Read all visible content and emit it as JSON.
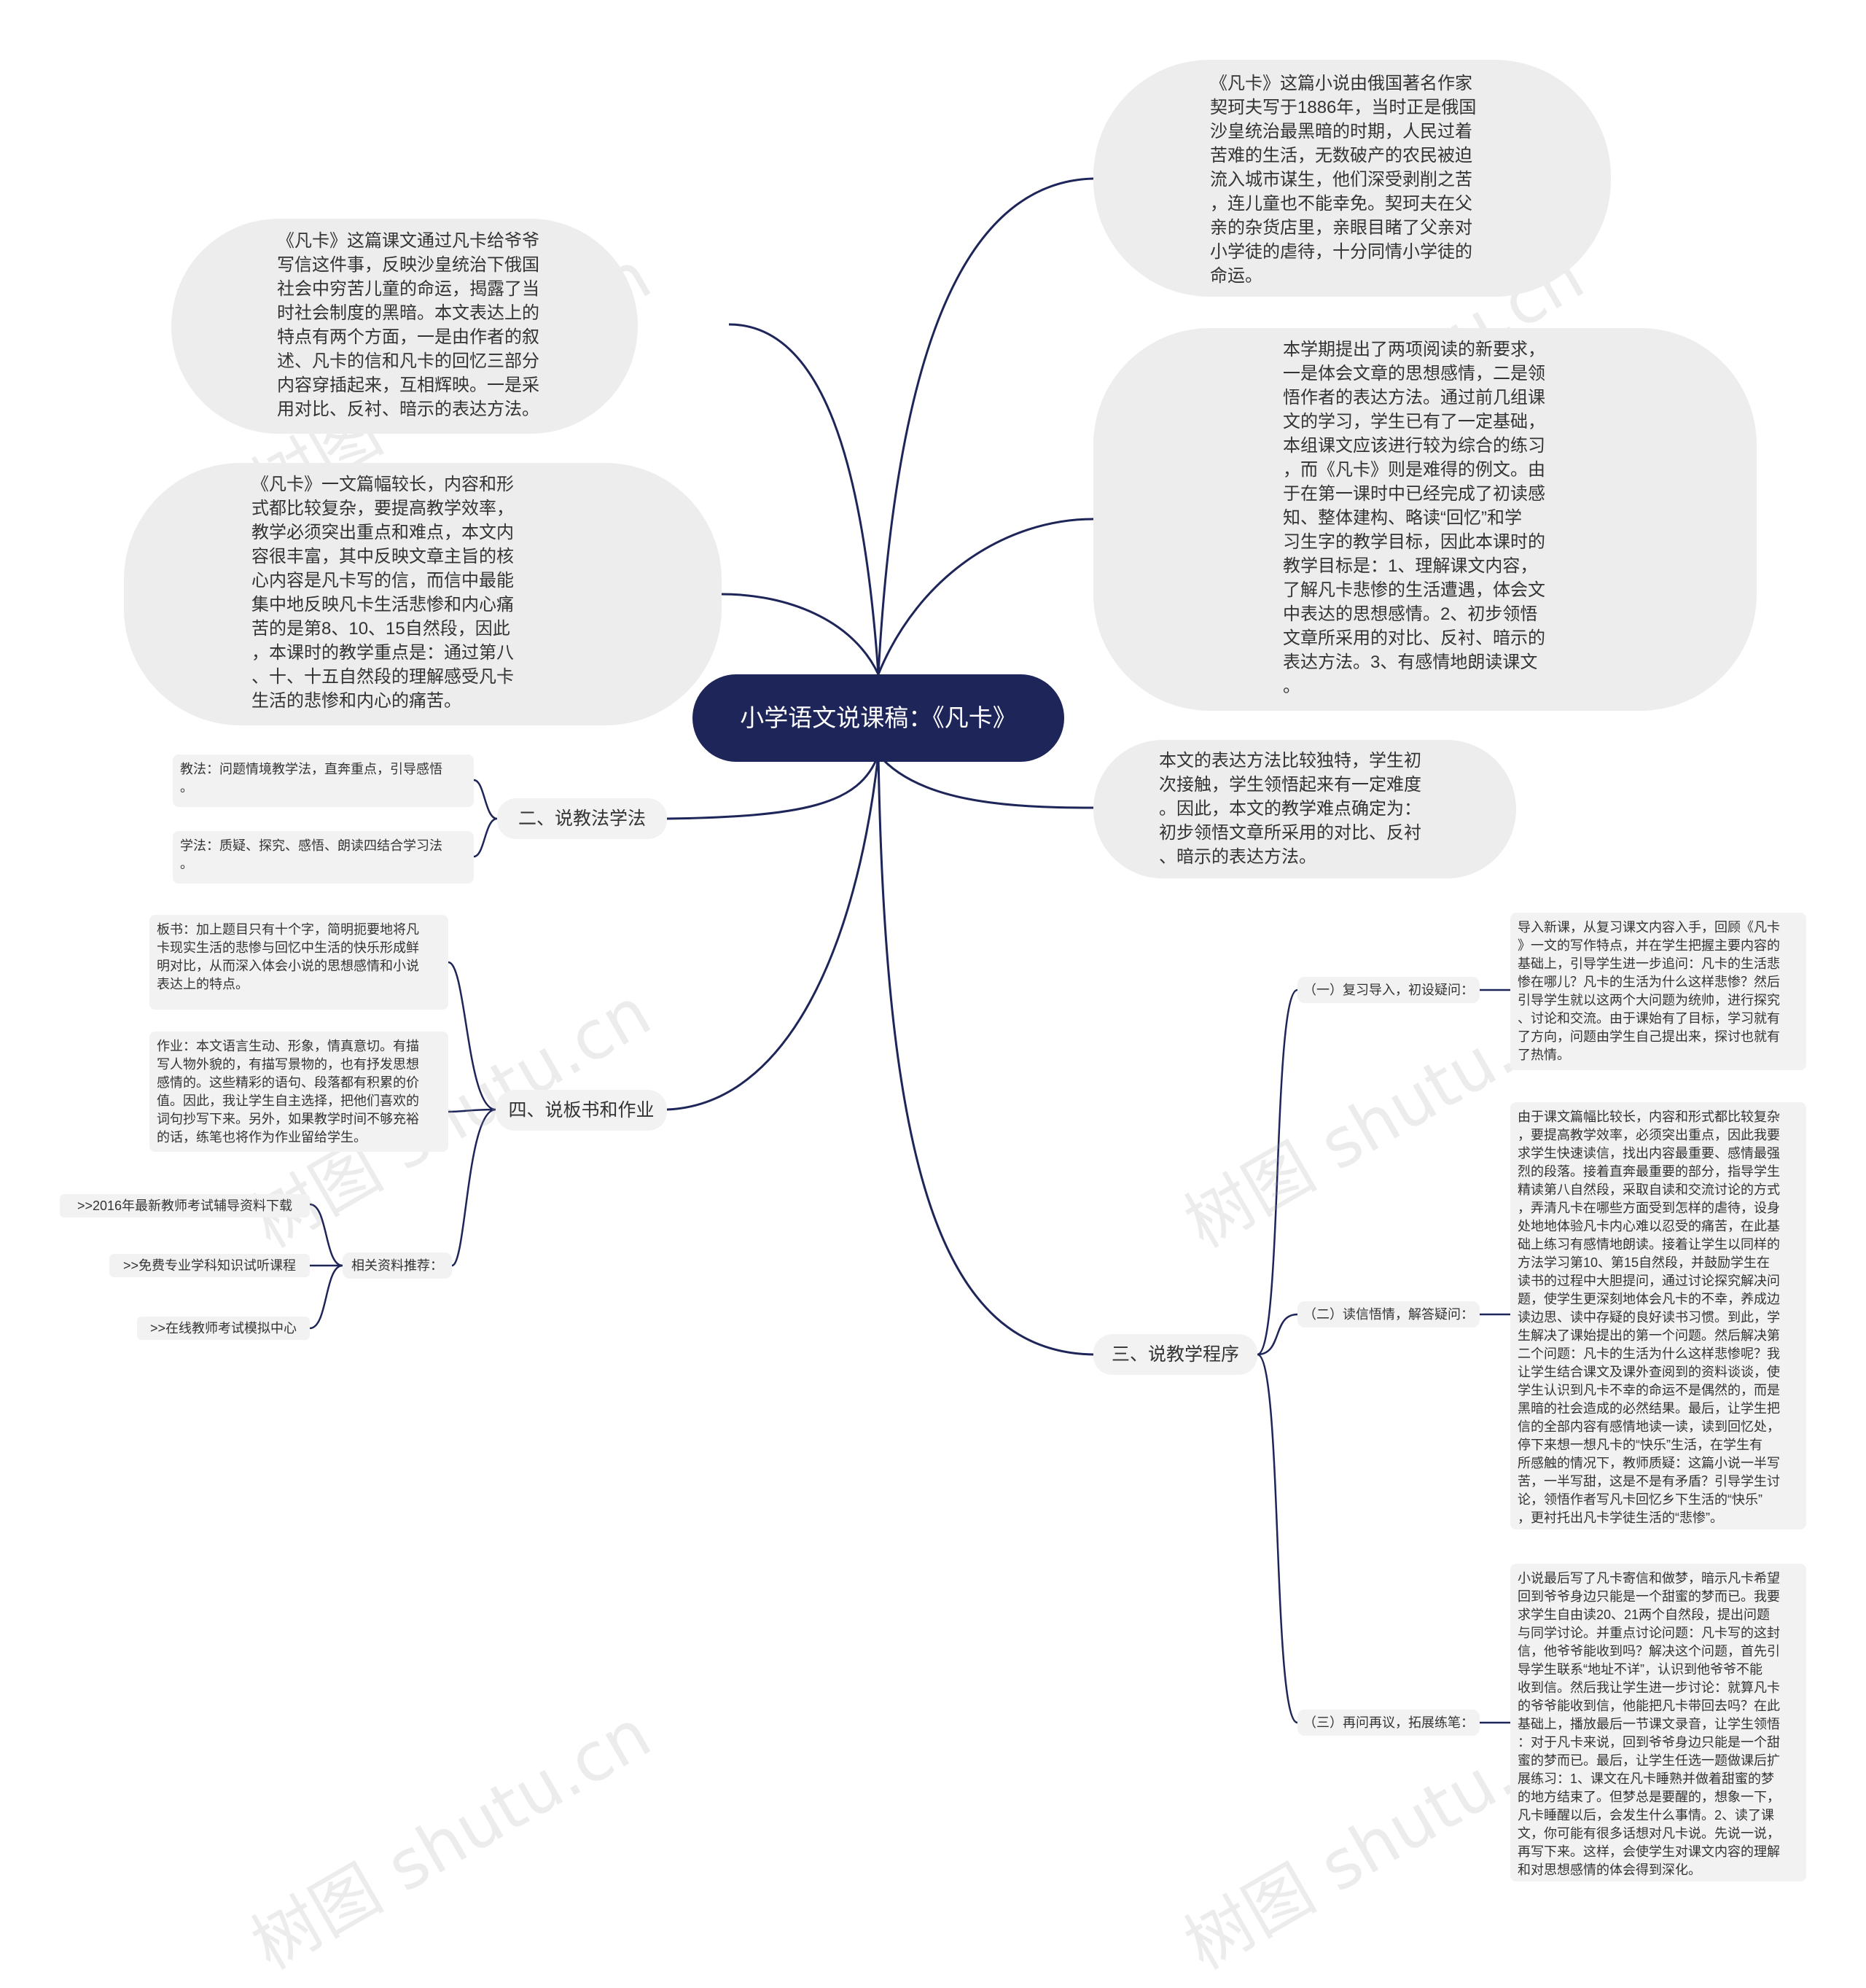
{
  "title": "小学语文说课稿：《凡卡》",
  "bubbles": {
    "top_right": "《凡卡》这篇小说由俄国著名作家\n契珂夫写于1886年，当时正是俄国\n沙皇统治最黑暗的时期，人民过着\n苦难的生活，无数破产的农民被迫\n流入城市谋生，他们深受剥削之苦\n，连儿童也不能幸免。契珂夫在父\n亲的杂货店里，亲眼目睹了父亲对\n小学徒的虐待，十分同情小学徒的\n命运。",
    "mid_right": "本学期提出了两项阅读的新要求，\n一是体会文章的思想感情，二是领\n悟作者的表达方法。通过前几组课\n文的学习，学生已有了一定基础，\n本组课文应该进行较为综合的练习\n，而《凡卡》则是难得的例文。由\n于在第一课时中已经完成了初读感\n知、整体建构、略读“回忆”和学\n习生字的教学目标，因此本课时的\n教学目标是：1、理解课文内容，\n了解凡卡悲惨的生活遭遇，体会文\n中表达的思想感情。2、初步领悟\n文章所采用的对比、反衬、暗示的\n表达方法。3、有感情地朗读课文\n。",
    "low_right": "本文的表达方法比较独特，学生初\n次接触，学生领悟起来有一定难度\n。因此，本文的教学难点确定为：\n初步领悟文章所采用的对比、反衬\n、暗示的表达方法。",
    "top_left": "《凡卡》这篇课文通过凡卡给爷爷\n写信这件事，反映沙皇统治下俄国\n社会中穷苦儿童的命运，揭露了当\n时社会制度的黑暗。本文表达上的\n特点有两个方面，一是由作者的叙\n述、凡卡的信和凡卡的回忆三部分\n内容穿插起来，互相辉映。一是采\n用对比、反衬、暗示的表达方法。",
    "mid_left": "《凡卡》一文篇幅较长，内容和形\n式都比较复杂，要提高教学效率，\n教学必须突出重点和难点，本文内\n容很丰富，其中反映文章主旨的核\n心内容是凡卡写的信，而信中最能\n集中地反映凡卡生活悲惨和内心痛\n苦的是第8、10、15自然段，因此\n，本课时的教学重点是：通过第八\n、十、十五自然段的理解感受凡卡\n生活的悲惨和内心的痛苦。"
  },
  "branches": {
    "b2": {
      "label": "二、说教法学法",
      "items": [
        "教法：问题情境教学法，直奔重点，引导感悟\n。",
        "学法：质疑、探究、感悟、朗读四结合学习法\n。"
      ]
    },
    "b4": {
      "label": "四、说板书和作业",
      "board": "板书：加上题目只有十个字，简明扼要地将凡\n卡现实生活的悲惨与回忆中生活的快乐形成鲜\n明对比，从而深入体会小说的思想感情和小说\n表达上的特点。",
      "homework": "作业：本文语言生动、形象，情真意切。有描\n写人物外貌的，有描写景物的，也有抒发思想\n感情的。这些精彩的语句、段落都有积累的价\n值。因此，我让学生自主选择，把他们喜欢的\n词句抄写下来。另外，如果教学时间不够充裕\n的话，练笔也将作为作业留给学生。",
      "resources_label": "相关资料推荐：",
      "resources": [
        ">>2016年最新教师考试辅导资料下载",
        ">>免费专业学科知识试听课程",
        ">>在线教师考试模拟中心"
      ]
    },
    "b3": {
      "label": "三、说教学程序",
      "steps": [
        {
          "label": "（一）复习导入，初设疑问：",
          "text": "导入新课，从复习课文内容入手，回顾《凡卡\n》一文的写作特点，并在学生把握主要内容的\n基础上，引导学生进一步追问：凡卡的生活悲\n惨在哪儿？凡卡的生活为什么这样悲惨？然后\n引导学生就以这两个大问题为统帅，进行探究\n、讨论和交流。由于课始有了目标，学习就有\n了方向，问题由学生自己提出来，探讨也就有\n了热情。"
        },
        {
          "label": "（二）读信悟情，解答疑问：",
          "text": "由于课文篇幅比较长，内容和形式都比较复杂\n，要提高教学效率，必须突出重点，因此我要\n求学生快速读信，找出内容最重要、感情最强\n烈的段落。接着直奔最重要的部分，指导学生\n精读第八自然段，采取自读和交流讨论的方式\n，弄清凡卡在哪些方面受到怎样的虐待，设身\n处地地体验凡卡内心难以忍受的痛苦，在此基\n础上练习有感情地朗读。接着让学生以同样的\n方法学习第10、第15自然段，并鼓励学生在\n读书的过程中大胆提问，通过讨论探究解决问\n题，使学生更深刻地体会凡卡的不幸，养成边\n读边思、读中存疑的良好读书习惯。到此，学\n生解决了课始提出的第一个问题。然后解决第\n二个问题：凡卡的生活为什么这样悲惨呢？我\n让学生结合课文及课外查阅到的资料谈谈，使\n学生认识到凡卡不幸的命运不是偶然的，而是\n黑暗的社会造成的必然结果。最后，让学生把\n信的全部内容有感情地读一读，读到回忆处，\n停下来想一想凡卡的“快乐”生活，在学生有\n所感触的情况下，教师质疑：这篇小说一半写\n苦，一半写甜，这是不是有矛盾？引导学生讨\n论，领悟作者写凡卡回忆乡下生活的“快乐”\n，更衬托出凡卡学徒生活的“悲惨”。"
        },
        {
          "label": "（三）再问再议，拓展练笔：",
          "text": "小说最后写了凡卡寄信和做梦，暗示凡卡希望\n回到爷爷身边只能是一个甜蜜的梦而已。我要\n求学生自由读20、21两个自然段，提出问题\n与同学讨论。并重点讨论问题：凡卡写的这封\n信，他爷爷能收到吗？解决这个问题，首先引\n导学生联系“地址不详”，认识到他爷爷不能\n收到信。然后我让学生进一步讨论：就算凡卡\n的爷爷能收到信，他能把凡卡带回去吗？在此\n基础上，播放最后一节课文录音，让学生领悟\n：对于凡卡来说，回到爷爷身边只能是一个甜\n蜜的梦而已。最后，让学生任选一题做课后扩\n展练习：1、课文在凡卡睡熟并做着甜蜜的梦\n的地方结束了。但梦总是要醒的，想象一下，\n凡卡睡醒以后，会发生什么事情。2、读了课\n文，你可能有很多话想对凡卡说。先说一说，\n再写下来。这样，会使学生对课文内容的理解\n和对思想感情的体会得到深化。"
        }
      ]
    }
  },
  "watermark": "树图 shutu.cn",
  "colors": {
    "center_bg": "#1d2559",
    "line": "#1d2559",
    "node_bg": "#f2f2f2"
  }
}
